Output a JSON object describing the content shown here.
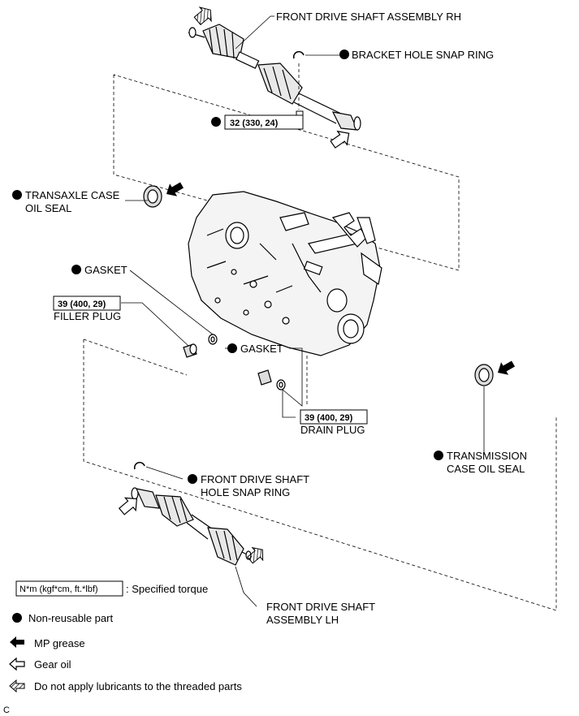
{
  "labels": {
    "rh_shaft": "FRONT DRIVE SHAFT ASSEMBLY RH",
    "bracket_snap": "BRACKET HOLE SNAP RING",
    "bolt_torque": "32 (330, 24)",
    "transaxle_seal_1": "TRANSAXLE CASE",
    "transaxle_seal_2": "OIL SEAL",
    "gasket_upper": "GASKET",
    "filler_torque": "39 (400, 29)",
    "filler_plug": "FILLER PLUG",
    "gasket_lower": "GASKET",
    "drain_torque": "39 (400, 29)",
    "drain_plug": "DRAIN PLUG",
    "trans_seal_1": "TRANSMISSION",
    "trans_seal_2": "CASE OIL SEAL",
    "lh_snap_1": "FRONT DRIVE SHAFT",
    "lh_snap_2": "HOLE SNAP RING",
    "lh_shaft_1": "FRONT DRIVE SHAFT",
    "lh_shaft_2": "ASSEMBLY LH"
  },
  "legend": {
    "torque_box": "N*m (kgf*cm, ft.*lbf)",
    "torque_text": ": Specified torque",
    "non_reusable": "Non-reusable part",
    "mp_grease": "MP grease",
    "gear_oil": "Gear oil",
    "no_lube": "Do not apply lubricants to the threaded parts"
  },
  "corner_mark": "C"
}
